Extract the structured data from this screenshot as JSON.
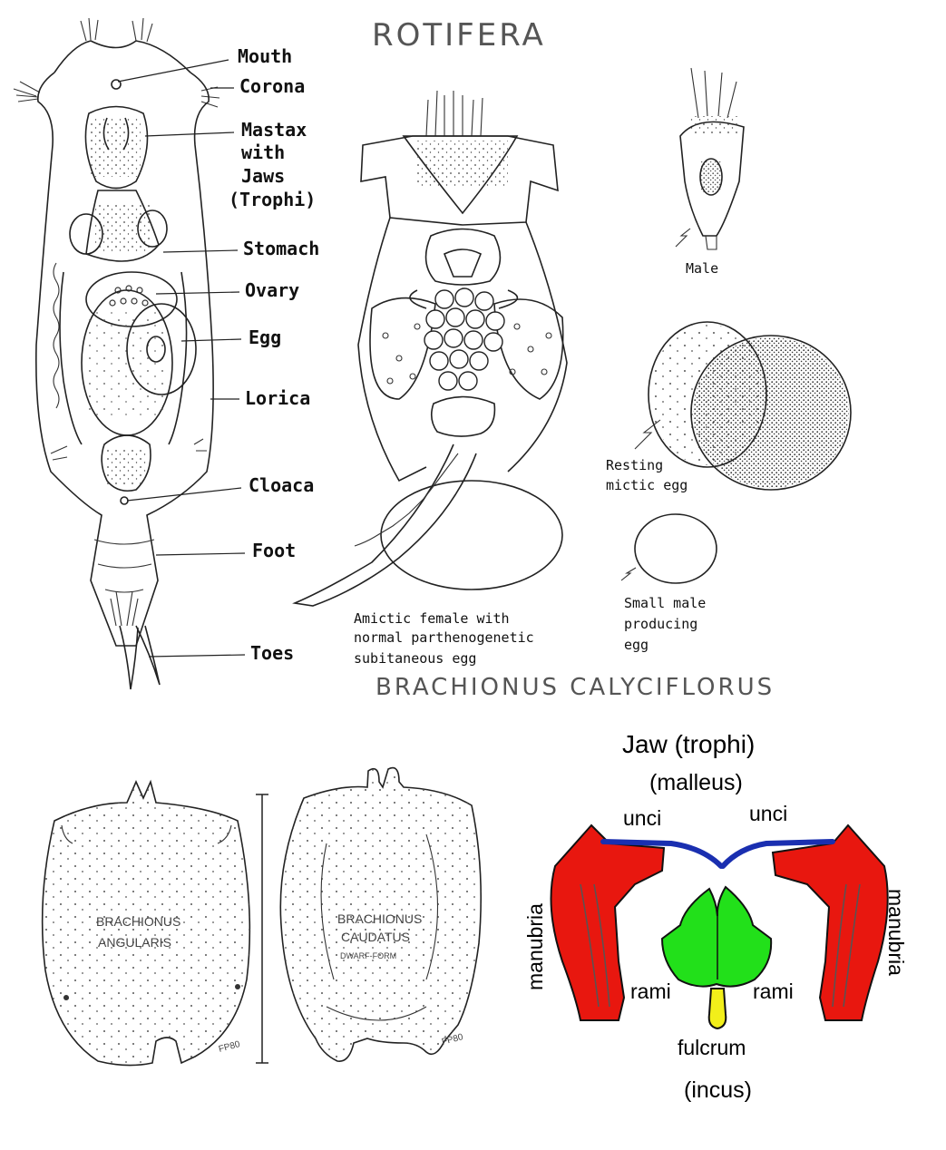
{
  "header": {
    "title": "ROTIFERA",
    "species": "BRACHIONUS CALYCIFLORUS"
  },
  "anatomy_labels": {
    "mouth": "Mouth",
    "corona": "Corona",
    "mastax_1": "Mastax",
    "mastax_2": "with",
    "mastax_3": "Jaws",
    "mastax_4": "(Trophi)",
    "stomach": "Stomach",
    "ovary": "Ovary",
    "egg": "Egg",
    "lorica": "Lorica",
    "cloaca": "Cloaca",
    "foot": "Foot",
    "toes": "Toes"
  },
  "female_caption": {
    "line1": "Amictic female with",
    "line2": "normal parthenogenetic",
    "line3": "subitaneous egg"
  },
  "male": {
    "label": "Male"
  },
  "resting_egg": {
    "line1": "Resting",
    "line2": "mictic egg"
  },
  "small_egg": {
    "line1": "Small male",
    "line2": "producing",
    "line3": "egg"
  },
  "lorica_a": {
    "line1": "BRACHIONUS",
    "line2": "ANGULARIS",
    "signature": "FP80"
  },
  "lorica_b": {
    "line1": "BRACHIONUS",
    "line2": "CAUDATUS",
    "line3": "DWARF-FORM",
    "signature": "FP80"
  },
  "jaw": {
    "title": "Jaw (trophi)",
    "malleus": "(malleus)",
    "unci_left": "unci",
    "unci_right": "unci",
    "manubria_left": "manubria",
    "manubria_right": "manubria",
    "rami_left": "rami",
    "rami_right": "rami",
    "fulcrum": "fulcrum",
    "incus": "(incus)",
    "colors": {
      "manubria": "#e8170f",
      "unci": "#1a2fb0",
      "rami": "#22e01a",
      "fulcrum": "#f2ef1a"
    }
  }
}
